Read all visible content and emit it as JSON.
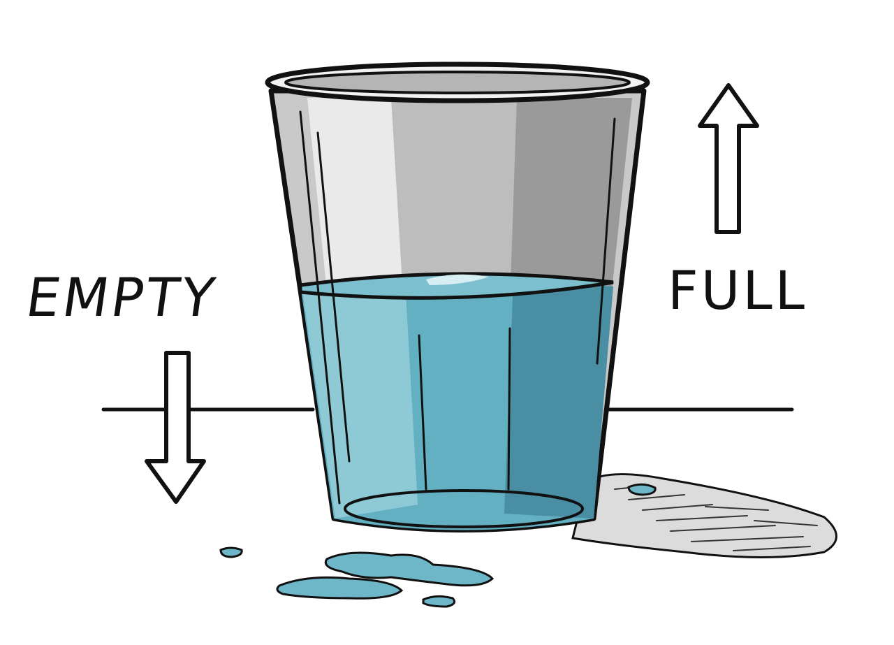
{
  "labels": {
    "empty": "EMPTY",
    "full": "FULL"
  },
  "water_level": 0.5,
  "icons": {
    "up": "arrow-up-icon",
    "down": "arrow-down-icon"
  },
  "colors": {
    "ink": "#111111",
    "water_light": "#8ecad6",
    "water_mid": "#63b0c3",
    "water_dark": "#4a8ea3",
    "glass_light": "#ececec",
    "glass_mid": "#c6c6c6",
    "glass_dark": "#9a9a9a",
    "shadow": "#d9d9d9"
  }
}
